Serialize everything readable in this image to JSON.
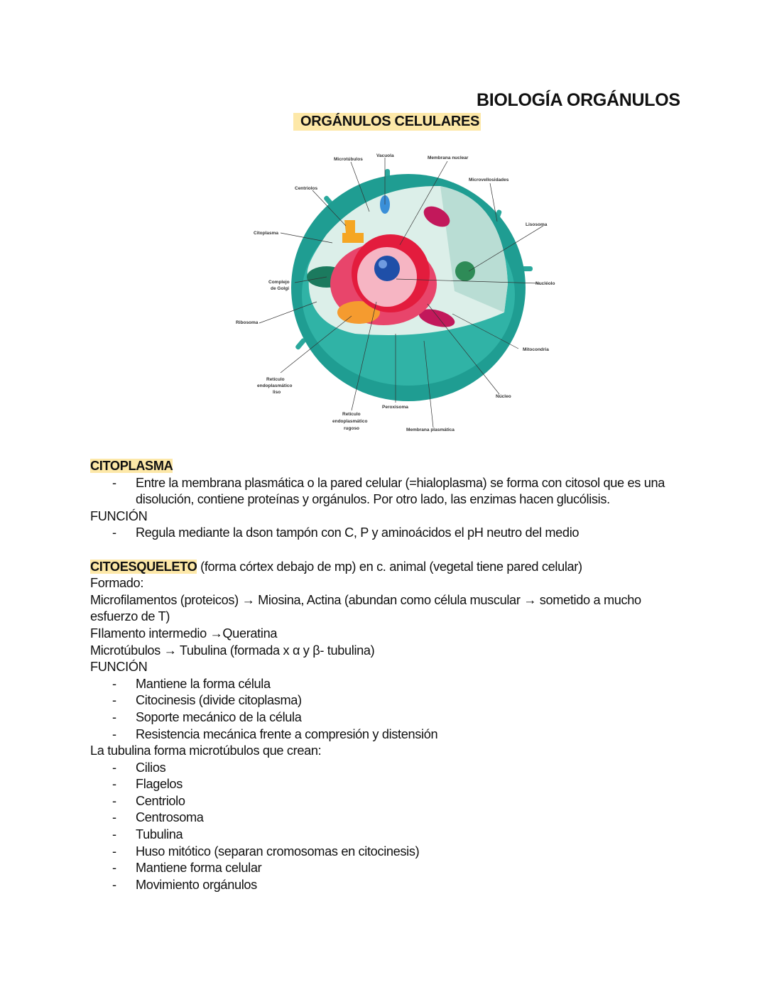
{
  "header": {
    "title": "BIOLOGÍA ORGÁNULOS",
    "subtitle": "ORGÁNULOS CELULARES"
  },
  "diagram": {
    "labels": {
      "microtubulos": "Microtúbulos",
      "vacuola": "Vacuola",
      "membrana_nuclear": "Membrana nuclear",
      "microvellosidades": "Microvellosidades",
      "centriolos": "Centriolos",
      "lisosoma": "Lisosoma",
      "citoplasma": "Citoplasma",
      "golgi_1": "Complejo",
      "golgi_2": "de Golgi",
      "nucleolo": "Nucléolo",
      "ribosoma": "Ribosoma",
      "mitocondria": "Mitocondria",
      "rel_1": "Retículo",
      "rel_2": "endoplasmático",
      "rel_3": "liso",
      "nucleo": "Núcleo",
      "peroxisoma": "Peroxisoma",
      "rer_1": "Retículo",
      "rer_2": "endoplasmático",
      "rer_3": "rugoso",
      "membrana_plasmatica": "Membrana plasmática"
    }
  },
  "citoplasma": {
    "heading": "CITOPLASMA",
    "bullets": [
      "Entre la membrana plasmática o la pared celular (=hialoplasma) se forma con citosol que es una disolución, contiene proteínas y orgánulos. Por otro lado, las enzimas hacen glucólisis."
    ],
    "funcion_label": "FUNCIÓN",
    "funcion": [
      "Regula mediante la dson tampón con C, P y aminoácidos el pH neutro del medio"
    ]
  },
  "citoesqueleto": {
    "heading": "CITOESQUELETO",
    "heading_rest": " (forma córtex debajo de mp) en c. animal (vegetal tiene pared celular)",
    "formado": "Formado:",
    "lines": [
      "Microfilamentos (proteicos) → Miosina, Actina (abundan como célula muscular → sometido a mucho",
      "esfuerzo de T)",
      "FIlamento intermedio →Queratina",
      "Microtúbulos → Tubulina (formada x α y β- tubulina)"
    ],
    "funcion_label": "FUNCIÓN",
    "funcion": [
      "Mantiene la forma célula",
      "Citocinesis (divide citoplasma)",
      "Soporte mecánico de la célula",
      "Resistencia mecánica frente a compresión y distensión"
    ],
    "tubulina_intro": "La tubulina forma microtúbulos que crean:",
    "tubulina_items": [
      "Cilios",
      "Flagelos",
      "Centriolo",
      "Centrosoma",
      "Tubulina",
      "Huso mitótico (separan cromosomas en citocinesis)",
      "Mantiene forma celular",
      "Movimiento orgánulos"
    ],
    "dash": "-"
  }
}
